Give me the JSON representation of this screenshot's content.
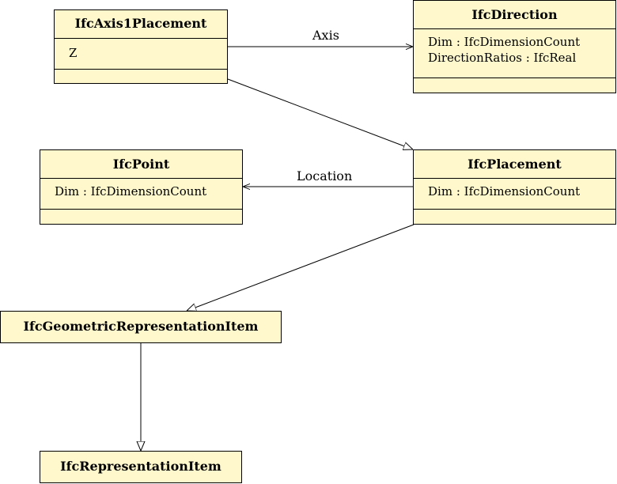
{
  "classes": {
    "axis1placement": {
      "name": "IfcAxis1Placement",
      "attributes": [
        "Z"
      ]
    },
    "direction": {
      "name": "IfcDirection",
      "attributes": [
        "Dim : IfcDimensionCount",
        "DirectionRatios : IfcReal"
      ]
    },
    "point": {
      "name": "IfcPoint",
      "attributes": [
        "Dim : IfcDimensionCount"
      ]
    },
    "placement": {
      "name": "IfcPlacement",
      "attributes": [
        "Dim : IfcDimensionCount"
      ]
    },
    "geometric": {
      "name": "IfcGeometricRepresentationItem"
    },
    "representation": {
      "name": "IfcRepresentationItem"
    }
  },
  "associations": {
    "axis": "Axis",
    "location": "Location"
  }
}
